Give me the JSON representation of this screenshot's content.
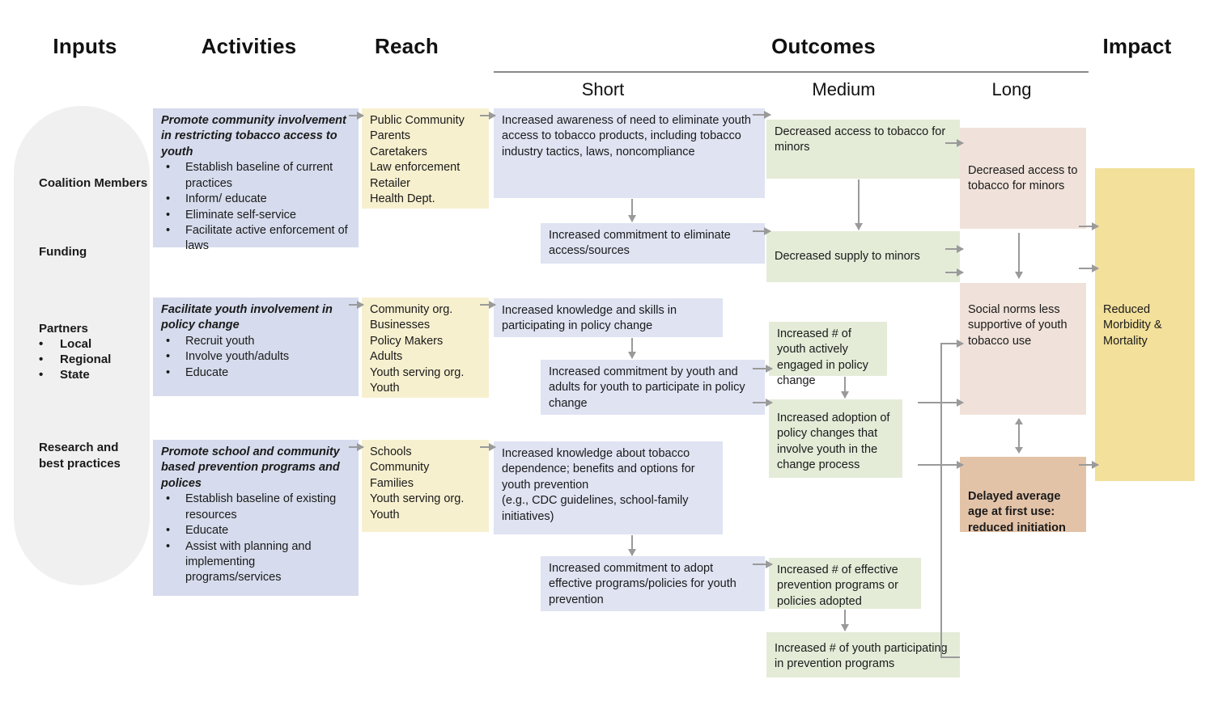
{
  "headers": {
    "inputs": "Inputs",
    "activities": "Activities",
    "reach": "Reach",
    "outcomes": "Outcomes",
    "impact": "Impact",
    "short": "Short",
    "medium": "Medium",
    "long": "Long"
  },
  "inputs": {
    "coalition": "Coalition Members",
    "funding": "Funding",
    "partners_label": "Partners",
    "partners": [
      "Local",
      "Regional",
      "State"
    ],
    "research": "Research and best practices"
  },
  "activities": [
    {
      "title": "Promote community involvement in restricting tobacco access to youth",
      "bullets": [
        "Establish baseline of current practices",
        "Inform/ educate",
        "Eliminate self-service",
        "Facilitate active enforcement of laws"
      ]
    },
    {
      "title": "Facilitate youth involvement in policy change",
      "bullets": [
        "Recruit youth",
        "Involve youth/adults",
        "Educate"
      ]
    },
    {
      "title": "Promote school and community based prevention programs and polices",
      "bullets": [
        "Establish baseline of existing resources",
        "Educate",
        "Assist with planning and implementing programs/services"
      ]
    }
  ],
  "reach": [
    [
      "Public Community",
      "Parents",
      "Caretakers",
      "Law enforcement",
      "Retailer",
      "Health Dept."
    ],
    [
      "Community org.",
      "Businesses",
      "Policy Makers",
      "Adults",
      "Youth serving org.",
      "Youth"
    ],
    [
      "Schools",
      "Community",
      "Families",
      "Youth serving org.",
      "Youth"
    ]
  ],
  "outcomes_short": [
    "Increased awareness of need to eliminate youth access to tobacco products, including tobacco industry tactics, laws, noncompliance",
    "Increased commitment to eliminate access/sources",
    "Increased knowledge and skills in participating in policy change",
    "Increased commitment by youth and adults for youth to participate in policy change",
    "Increased knowledge about tobacco dependence; benefits and options for youth prevention\n(e.g., CDC guidelines, school-family initiatives)",
    "Increased commitment to adopt effective programs/policies for youth prevention"
  ],
  "outcomes_medium": [
    "Decreased access to tobacco for minors",
    "Decreased supply to minors",
    "Increased # of youth actively engaged in policy change",
    "Increased adoption of policy changes that involve youth in the change process",
    "Increased # of effective prevention programs or policies adopted",
    "Increased # of youth participating in prevention programs"
  ],
  "outcomes_long": [
    "Decreased access to tobacco for minors",
    "Social norms less supportive of youth tobacco use",
    "Delayed average age at first use: reduced initiation"
  ],
  "impact": "Reduced Morbidity & Mortality",
  "colors": {
    "activities": "#d6dced",
    "reach": "#f7f0cf",
    "short": "#dfe3f2",
    "medium": "#e4ecd8",
    "long": "#f0e2da",
    "long_dark": "#e3c3a8",
    "impact": "#f2e09b",
    "inputs_pill": "#f0f0f0",
    "arrow": "#9a9a9a"
  }
}
